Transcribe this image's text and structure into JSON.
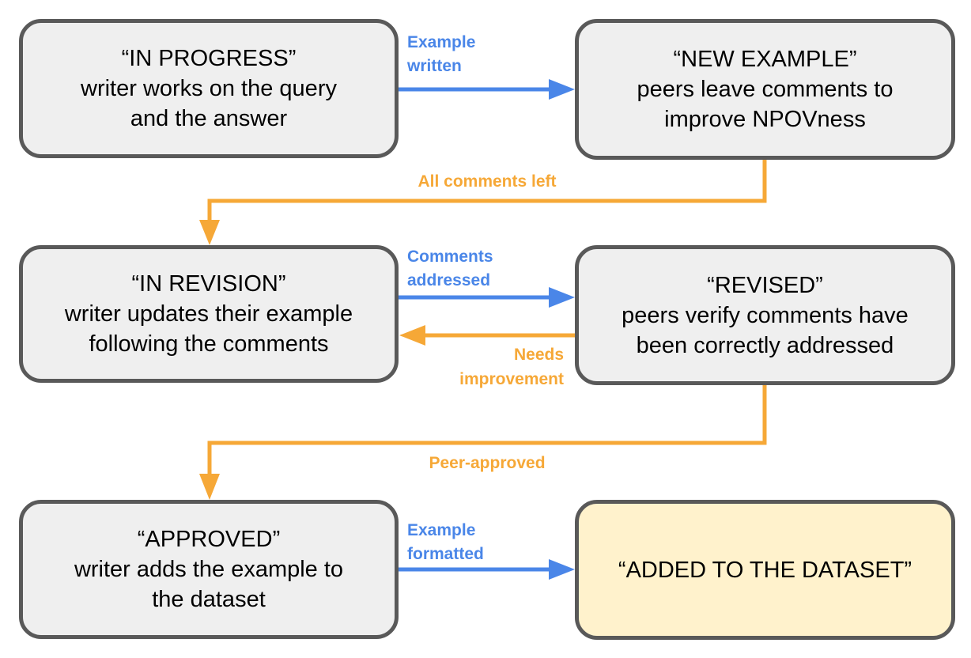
{
  "colors": {
    "box_fill": "#efefef",
    "box_border": "#595959",
    "final_box_fill": "#fff2cc",
    "blue_edge": "#4a86e8",
    "orange_edge": "#f6a837"
  },
  "nodes": {
    "in_progress": {
      "title": "“IN PROGRESS”",
      "line1": "writer works on the query",
      "line2": "and the answer"
    },
    "new_example": {
      "title": "“NEW EXAMPLE”",
      "line1": "peers leave comments to",
      "line2": "improve NPOVness"
    },
    "in_revision": {
      "title": "“IN REVISION”",
      "line1": "writer updates their example",
      "line2": "following the comments"
    },
    "revised": {
      "title": "“REVISED”",
      "line1": "peers verify comments have",
      "line2": "been correctly addressed"
    },
    "approved": {
      "title": "“APPROVED”",
      "line1": "writer adds the example to",
      "line2": "the dataset"
    },
    "added": {
      "title": "“ADDED TO THE DATASET”"
    }
  },
  "edges": {
    "example_written": {
      "line1": "Example",
      "line2": "written"
    },
    "all_comments_left": {
      "label": "All comments left"
    },
    "comments_addressed": {
      "line1": "Comments",
      "line2": "addressed"
    },
    "needs_improvement": {
      "line1": "Needs",
      "line2": "improvement"
    },
    "peer_approved": {
      "label": "Peer-approved"
    },
    "example_formatted": {
      "line1": "Example",
      "line2": "formatted"
    }
  }
}
